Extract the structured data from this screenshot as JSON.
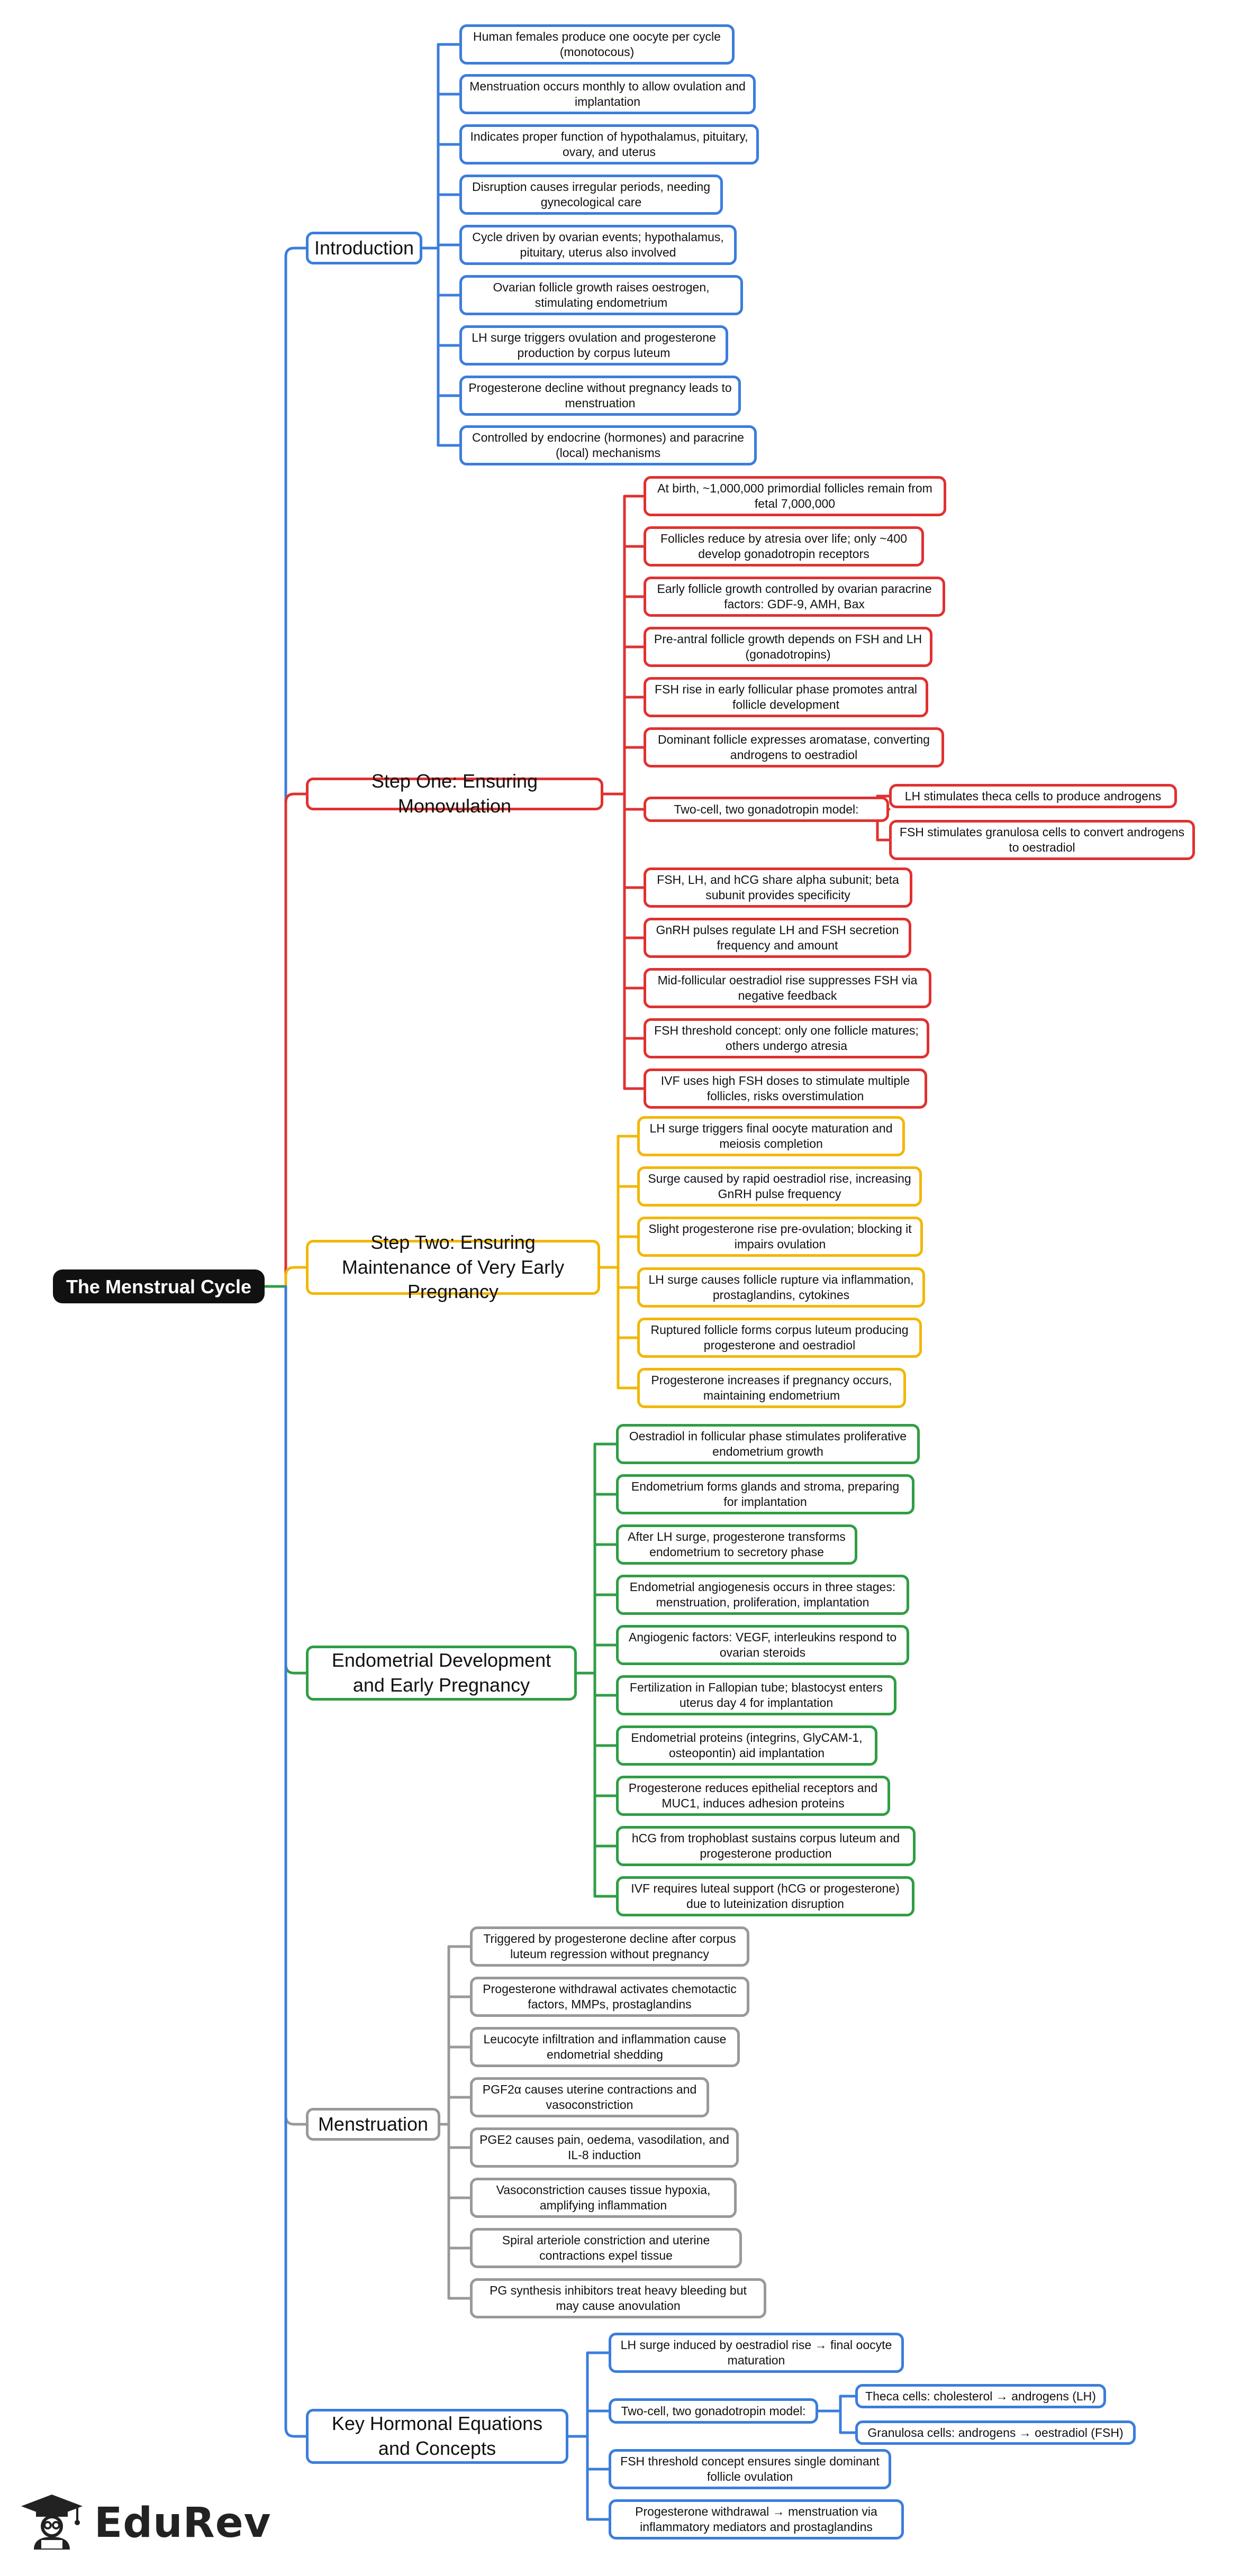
{
  "root": {
    "label": "The Menstrual Cycle"
  },
  "brand": {
    "name": "EduRev",
    "logo_icon": "graduate-student-icon"
  },
  "colors": {
    "blue": "#3b7ddd",
    "red": "#e03131",
    "yellow": "#f2b705",
    "green": "#2f9e44",
    "gray": "#999999"
  },
  "branches": [
    {
      "id": "introduction",
      "label": "Introduction",
      "color": "blue",
      "items": [
        {
          "label": "Human females produce one oocyte per cycle (monotocous)"
        },
        {
          "label": "Menstruation occurs monthly to allow ovulation and implantation"
        },
        {
          "label": "Indicates proper function of hypothalamus, pituitary, ovary, and uterus"
        },
        {
          "label": "Disruption causes irregular periods, needing gynecological care"
        },
        {
          "label": "Cycle driven by ovarian events; hypothalamus, pituitary, uterus also involved"
        },
        {
          "label": "Ovarian follicle growth raises oestrogen, stimulating endometrium"
        },
        {
          "label": "LH surge triggers ovulation and progesterone production by corpus luteum"
        },
        {
          "label": "Progesterone decline without pregnancy leads to menstruation"
        },
        {
          "label": "Controlled by endocrine (hormones) and paracrine (local) mechanisms"
        }
      ]
    },
    {
      "id": "step-one",
      "label": "Step One: Ensuring Monovulation",
      "color": "red",
      "items": [
        {
          "label": "At birth, ~1,000,000 primordial follicles remain from fetal 7,000,000"
        },
        {
          "label": "Follicles reduce by atresia over life; only ~400 develop gonadotropin receptors"
        },
        {
          "label": "Early follicle growth controlled by ovarian paracrine factors: GDF-9, AMH, Bax"
        },
        {
          "label": "Pre-antral follicle growth depends on FSH and LH (gonadotropins)"
        },
        {
          "label": "FSH rise in early follicular phase promotes antral follicle development"
        },
        {
          "label": "Dominant follicle expresses aromatase, converting androgens to oestradiol"
        },
        {
          "label": "Two-cell, two gonadotropin model:",
          "children": [
            {
              "label": "LH stimulates theca cells to produce androgens"
            },
            {
              "label": "FSH stimulates granulosa cells to convert androgens to oestradiol"
            }
          ]
        },
        {
          "label": "FSH, LH, and hCG share alpha subunit; beta subunit provides specificity"
        },
        {
          "label": "GnRH pulses regulate LH and FSH secretion frequency and amount"
        },
        {
          "label": "Mid-follicular oestradiol rise suppresses FSH via negative feedback"
        },
        {
          "label": "FSH threshold concept: only one follicle matures; others undergo atresia"
        },
        {
          "label": "IVF uses high FSH doses to stimulate multiple follicles, risks overstimulation"
        }
      ]
    },
    {
      "id": "step-two",
      "label": "Step Two: Ensuring Maintenance of Very Early Pregnancy",
      "color": "yellow",
      "items": [
        {
          "label": "LH surge triggers final oocyte maturation and meiosis completion"
        },
        {
          "label": "Surge caused by rapid oestradiol rise, increasing GnRH pulse frequency"
        },
        {
          "label": "Slight progesterone rise pre-ovulation; blocking it impairs ovulation"
        },
        {
          "label": "LH surge causes follicle rupture via inflammation, prostaglandins, cytokines"
        },
        {
          "label": "Ruptured follicle forms corpus luteum producing progesterone and oestradiol"
        },
        {
          "label": "Progesterone increases if pregnancy occurs, maintaining endometrium"
        }
      ]
    },
    {
      "id": "endometrial",
      "label": "Endometrial Development and Early Pregnancy",
      "color": "green",
      "items": [
        {
          "label": "Oestradiol in follicular phase stimulates proliferative endometrium growth"
        },
        {
          "label": "Endometrium forms glands and stroma, preparing for implantation"
        },
        {
          "label": "After LH surge, progesterone transforms endometrium to secretory phase"
        },
        {
          "label": "Endometrial angiogenesis occurs in three stages: menstruation, proliferation, implantation"
        },
        {
          "label": "Angiogenic factors: VEGF, interleukins respond to ovarian steroids"
        },
        {
          "label": "Fertilization in Fallopian tube; blastocyst enters uterus day 4 for implantation"
        },
        {
          "label": "Endometrial proteins (integrins, GlyCAM-1, osteopontin) aid implantation"
        },
        {
          "label": "Progesterone reduces epithelial receptors and MUC1, induces adhesion proteins"
        },
        {
          "label": "hCG from trophoblast sustains corpus luteum and progesterone production"
        },
        {
          "label": "IVF requires luteal support (hCG or progesterone) due to luteinization disruption"
        }
      ]
    },
    {
      "id": "menstruation",
      "label": "Menstruation",
      "color": "gray",
      "items": [
        {
          "label": "Triggered by progesterone decline after corpus luteum regression without pregnancy"
        },
        {
          "label": "Progesterone withdrawal activates chemotactic factors, MMPs, prostaglandins"
        },
        {
          "label": "Leucocyte infiltration and inflammation cause endometrial shedding"
        },
        {
          "label": "PGF2α causes uterine contractions and vasoconstriction"
        },
        {
          "label": "PGE2 causes pain, oedema, vasodilation, and IL-8 induction"
        },
        {
          "label": "Vasoconstriction causes tissue hypoxia, amplifying inflammation"
        },
        {
          "label": "Spiral arteriole constriction and uterine contractions expel tissue"
        },
        {
          "label": "PG synthesis inhibitors treat heavy bleeding but may cause anovulation"
        }
      ]
    },
    {
      "id": "key-hormonal",
      "label": "Key Hormonal Equations and Concepts",
      "color": "blue",
      "items": [
        {
          "label": "LH surge induced by oestradiol rise → final oocyte maturation"
        },
        {
          "label": "Two-cell, two gonadotropin model:",
          "children": [
            {
              "label": "Theca cells: cholesterol → androgens (LH)"
            },
            {
              "label": "Granulosa cells: androgens → oestradiol (FSH)"
            }
          ]
        },
        {
          "label": "FSH threshold concept ensures single dominant follicle ovulation"
        },
        {
          "label": "Progesterone withdrawal → menstruation via inflammatory mediators and prostaglandins"
        }
      ]
    }
  ]
}
